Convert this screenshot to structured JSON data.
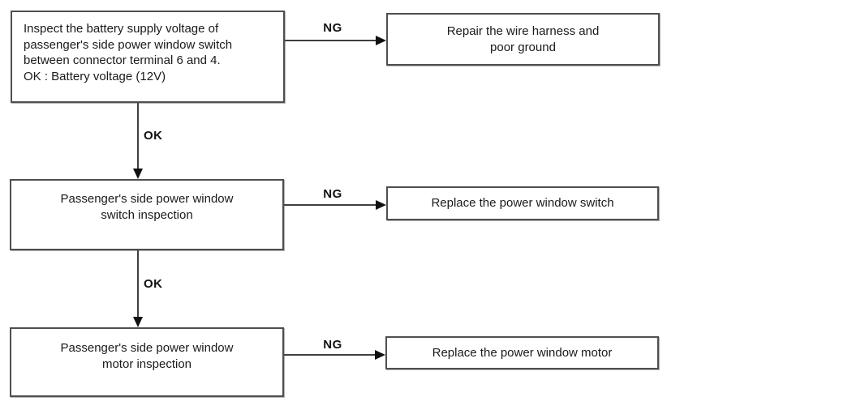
{
  "diagram": {
    "type": "flowchart",
    "colors": {
      "background": "#ffffff",
      "box_border": "#4f4f4f",
      "line": "#3f3f3f",
      "text": "#1a1a1a"
    },
    "nodes": [
      {
        "id": "inspect-battery-voltage",
        "text": "Inspect the battery supply voltage of\npassenger's side power window switch\nbetween connector terminal 6 and 4.\nOK : Battery voltage (12V)"
      },
      {
        "id": "repair-wire-harness",
        "text": "Repair the wire harness and\npoor ground"
      },
      {
        "id": "switch-inspection",
        "text": "Passenger's side power window\nswitch inspection"
      },
      {
        "id": "replace-switch",
        "text": "Replace the power window switch"
      },
      {
        "id": "motor-inspection",
        "text": "Passenger's side power window\nmotor inspection"
      },
      {
        "id": "replace-motor",
        "text": "Replace the power window motor"
      }
    ],
    "edges": [
      {
        "from": "inspect-battery-voltage",
        "to": "repair-wire-harness",
        "label": "NG"
      },
      {
        "from": "inspect-battery-voltage",
        "to": "switch-inspection",
        "label": "OK"
      },
      {
        "from": "switch-inspection",
        "to": "replace-switch",
        "label": "NG"
      },
      {
        "from": "switch-inspection",
        "to": "motor-inspection",
        "label": "OK"
      },
      {
        "from": "motor-inspection",
        "to": "replace-motor",
        "label": "NG"
      }
    ]
  }
}
